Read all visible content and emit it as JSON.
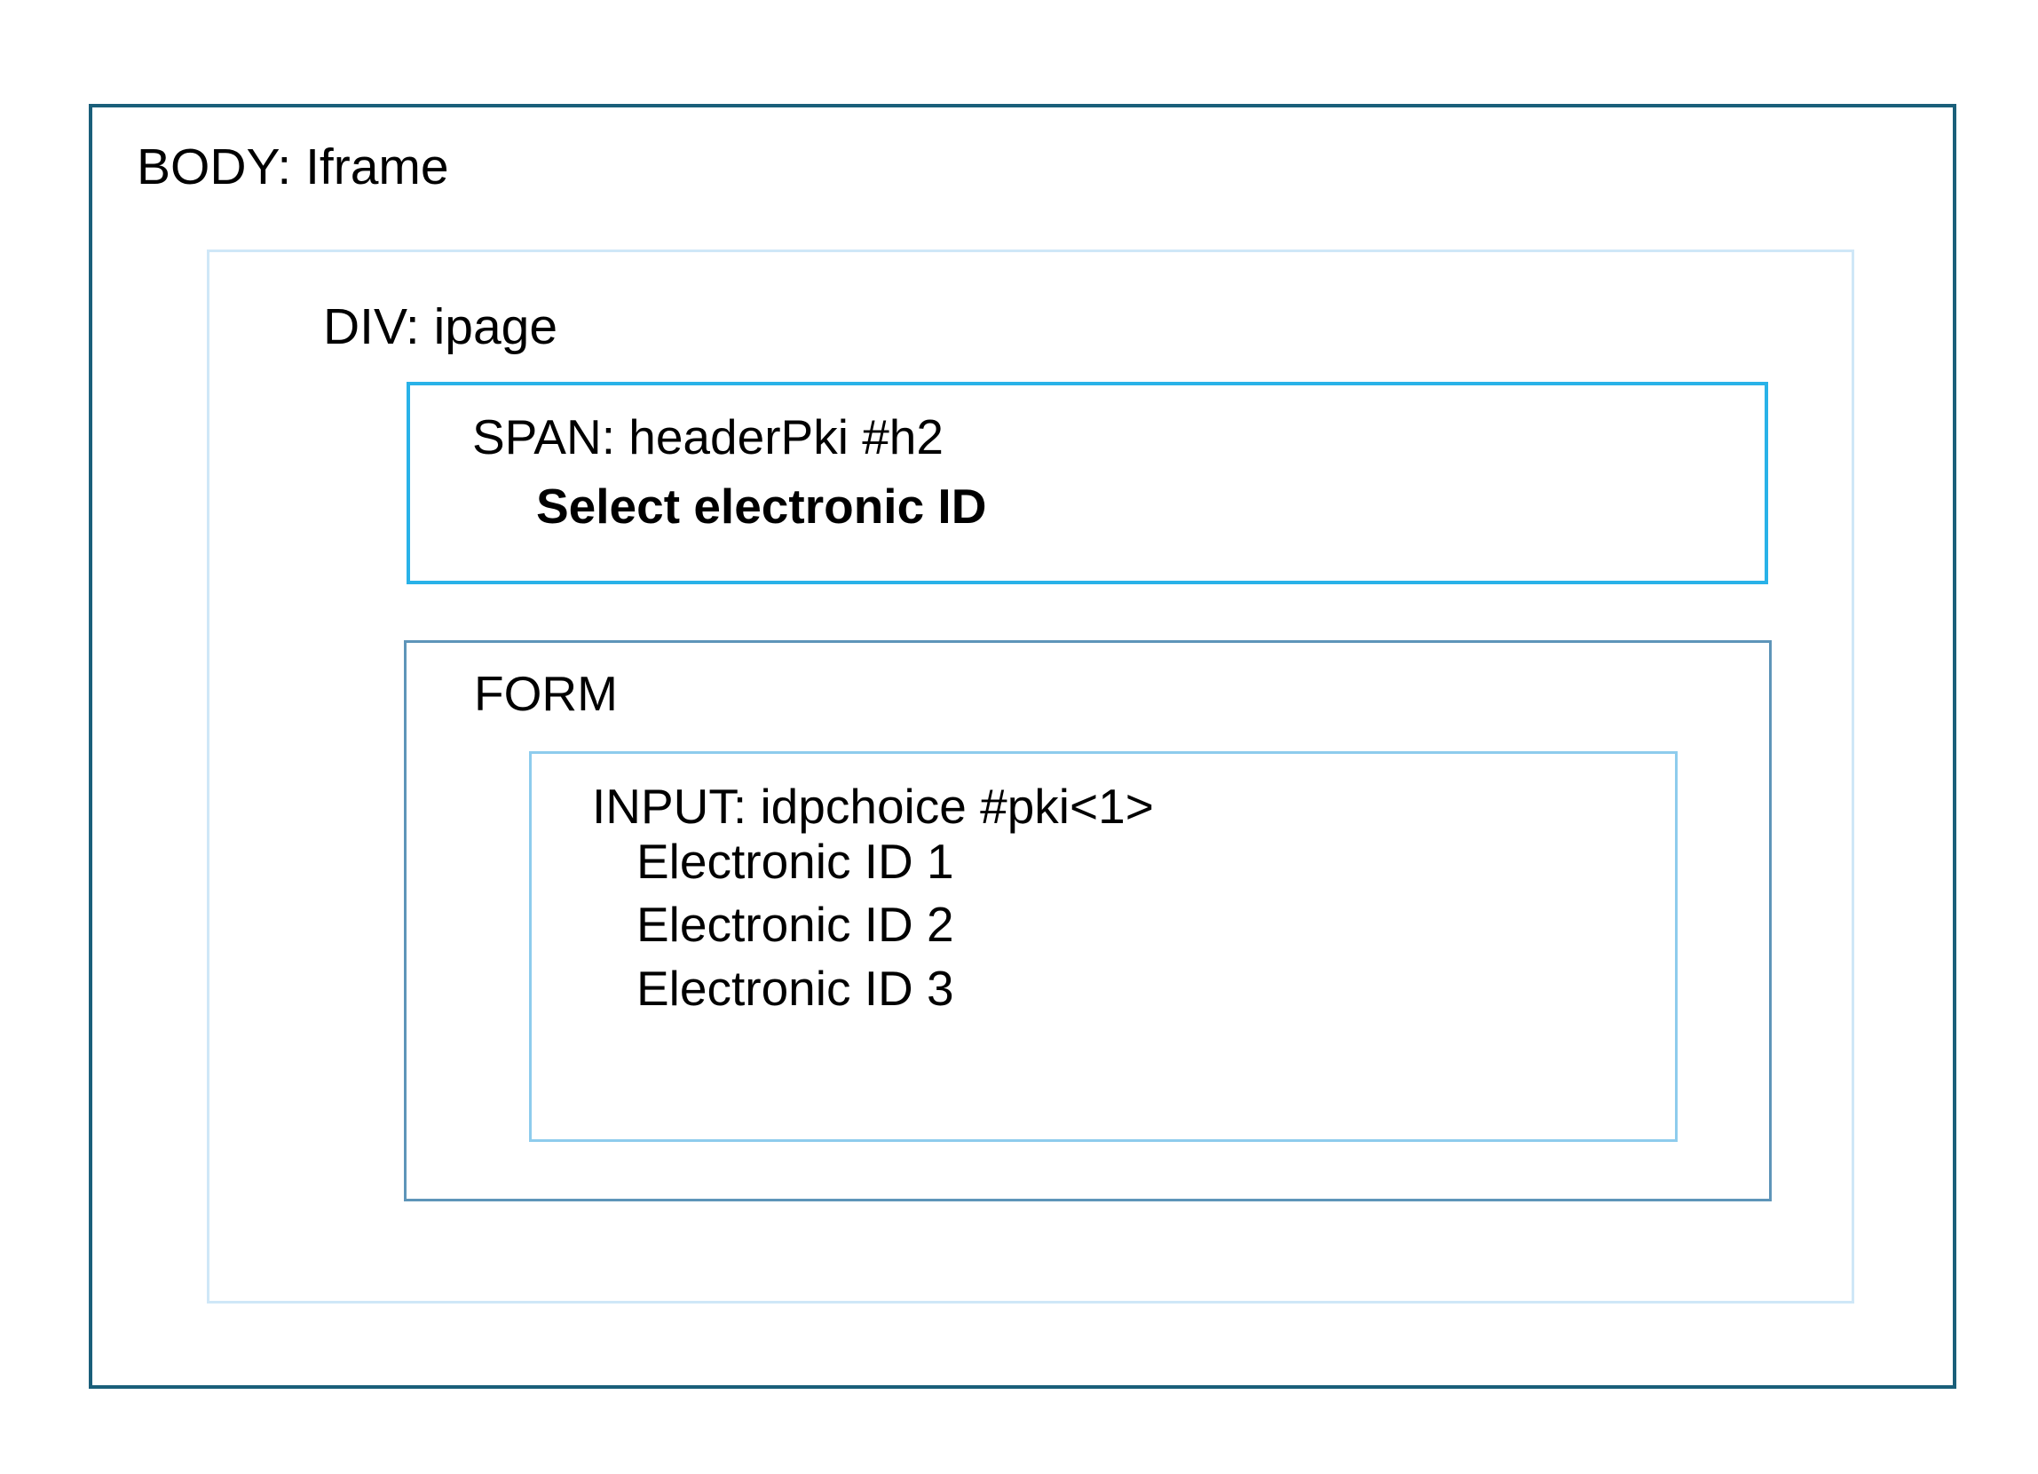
{
  "diagram": {
    "type": "dom-tree-nesting",
    "nodes": {
      "iframe": {
        "label": "BODY: Iframe",
        "border_color": "#1A5F7A"
      },
      "ipage": {
        "label": "DIV: ipage",
        "border_color": "#CFE7F7"
      },
      "headerpki": {
        "label": "SPAN: headerPki #h2",
        "content": "Select electronic ID",
        "border_color": "#29B2E8"
      },
      "form": {
        "label": "FORM",
        "border_color": "#5E95B9"
      },
      "input": {
        "label": "INPUT: idpchoice #pki<1>",
        "border_color": "#8ECCED",
        "options": [
          "Electronic ID 1",
          "Electronic ID 2",
          "Electronic ID 3"
        ]
      }
    }
  }
}
